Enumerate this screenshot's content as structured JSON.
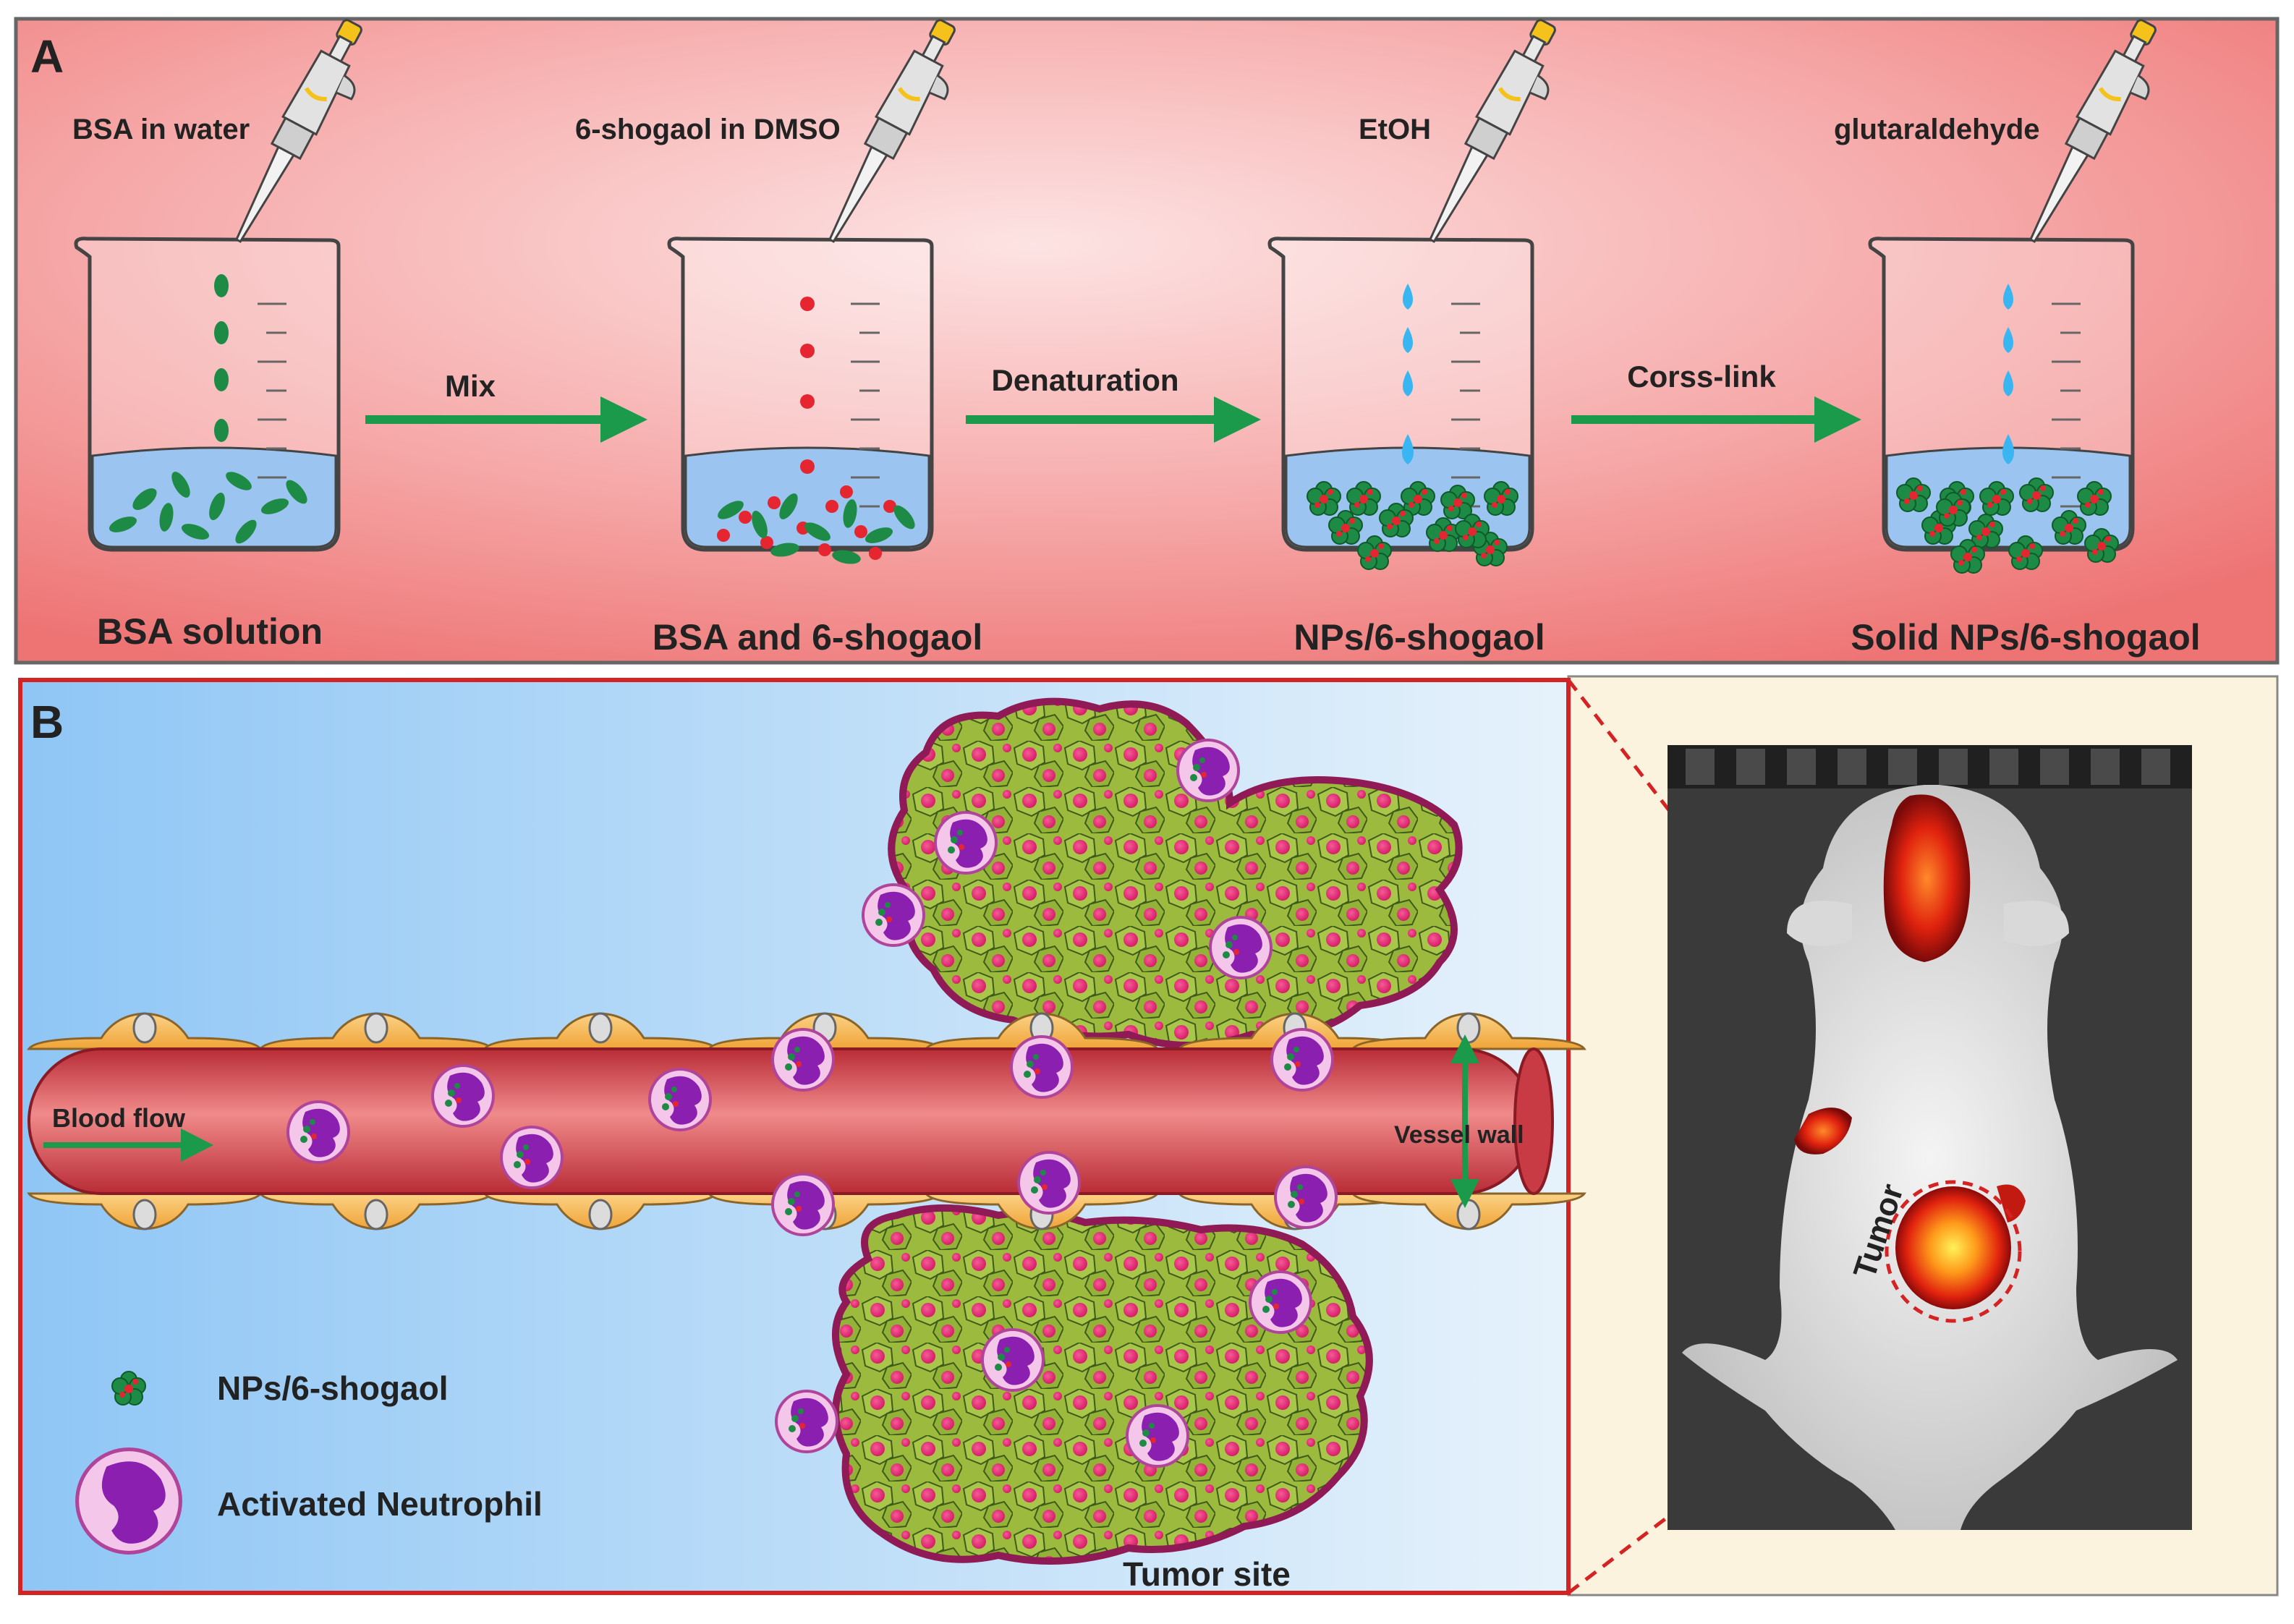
{
  "panel_a": {
    "letter": "A",
    "steps": [
      {
        "reagent": "BSA in water",
        "caption": "BSA solution"
      },
      {
        "reagent": "6-shogaol in DMSO",
        "caption": "BSA and 6-shogaol"
      },
      {
        "reagent": "EtOH",
        "caption": "NPs/6-shogaol"
      },
      {
        "reagent": "glutaraldehyde",
        "caption": "Solid NPs/6-shogaol"
      }
    ],
    "arrows": [
      "Mix",
      "Denaturation",
      "Corss-link"
    ]
  },
  "panel_b": {
    "letter": "B",
    "blood_flow": "Blood flow",
    "vessel_wall": "Vessel wall",
    "tumor_site": "Tumor site",
    "legend": {
      "nps": "NPs/6-shogaol",
      "neutrophil": "Activated Neutrophil"
    },
    "tumor_label": "Tumor"
  },
  "colors": {
    "arrow_green": "#1a9a4a",
    "tumor_green": "#9cbb3e",
    "tumor_border": "#8f1a55",
    "nucleus": "#e62873",
    "neutrophil": "#8a1fb0",
    "vessel_red": "#d8464e",
    "liquid_blue": "#9cc4f0",
    "panel_a_bg": "#f08a8a"
  }
}
